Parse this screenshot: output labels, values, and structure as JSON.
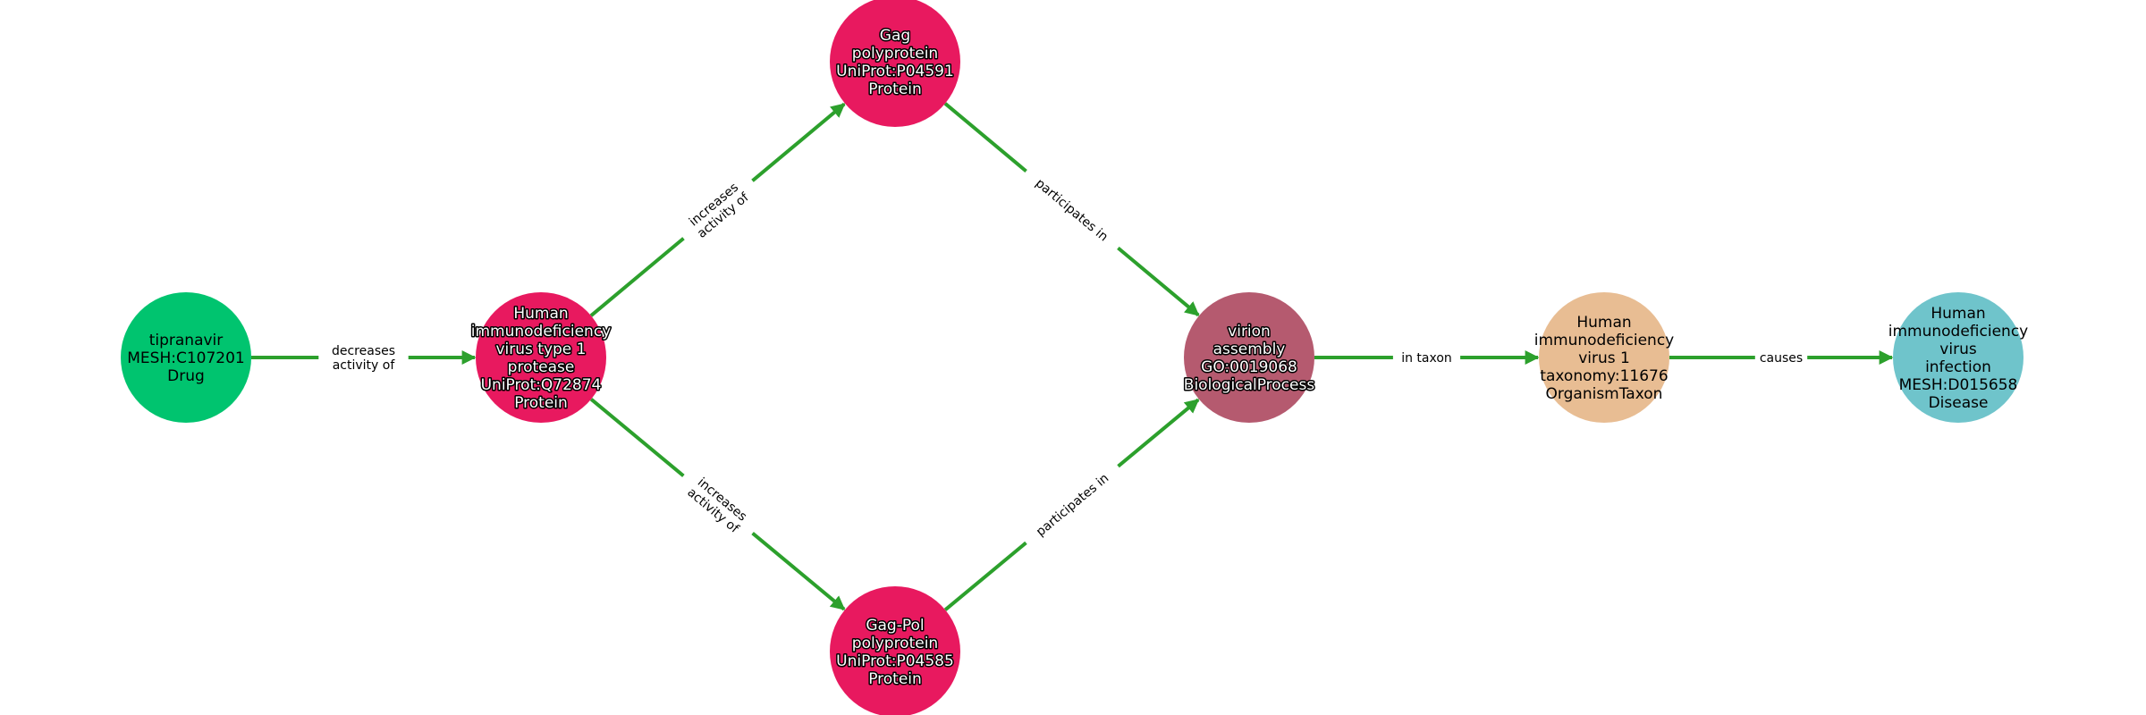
{
  "graph": {
    "edge_color": "#2ca02c",
    "nodes": [
      {
        "id": "tipranavir",
        "lines": [
          "tipranavir",
          "MESH:C107201",
          "Drug"
        ],
        "color": "#00c46f",
        "text_style": "light"
      },
      {
        "id": "protease",
        "lines": [
          "Human",
          "immunodeficiency",
          "virus type 1",
          "protease",
          "UniProt:Q72874",
          "Protein"
        ],
        "color": "#e8195f",
        "text_style": "dark"
      },
      {
        "id": "gag",
        "lines": [
          "Gag",
          "polyprotein",
          "UniProt:P04591",
          "Protein"
        ],
        "color": "#e8195f",
        "text_style": "dark"
      },
      {
        "id": "gagpol",
        "lines": [
          "Gag-Pol",
          "polyprotein",
          "UniProt:P04585",
          "Protein"
        ],
        "color": "#e8195f",
        "text_style": "dark"
      },
      {
        "id": "virion",
        "lines": [
          "virion",
          "assembly",
          "GO:0019068",
          "BiologicalProcess"
        ],
        "color": "#b55a6f",
        "text_style": "dark"
      },
      {
        "id": "hiv1",
        "lines": [
          "Human",
          "immunodeficiency",
          "virus 1",
          "taxonomy:11676",
          "OrganismTaxon"
        ],
        "color": "#e8bd93",
        "text_style": "light"
      },
      {
        "id": "hivinfection",
        "lines": [
          "Human",
          "immunodeficiency",
          "virus",
          "infection",
          "MESH:D015658",
          "Disease"
        ],
        "color": "#6fc4cb",
        "text_style": "light"
      }
    ],
    "edges": [
      {
        "source": "tipranavir",
        "target": "protease",
        "lines": [
          "decreases",
          "activity of"
        ]
      },
      {
        "source": "protease",
        "target": "gag",
        "lines": [
          "increases",
          "activity of"
        ]
      },
      {
        "source": "protease",
        "target": "gagpol",
        "lines": [
          "increases",
          "activity of"
        ]
      },
      {
        "source": "gag",
        "target": "virion",
        "lines": [
          "participates in"
        ]
      },
      {
        "source": "gagpol",
        "target": "virion",
        "lines": [
          "participates in"
        ]
      },
      {
        "source": "virion",
        "target": "hiv1",
        "lines": [
          "in taxon"
        ]
      },
      {
        "source": "hiv1",
        "target": "hivinfection",
        "lines": [
          "causes"
        ]
      }
    ]
  }
}
